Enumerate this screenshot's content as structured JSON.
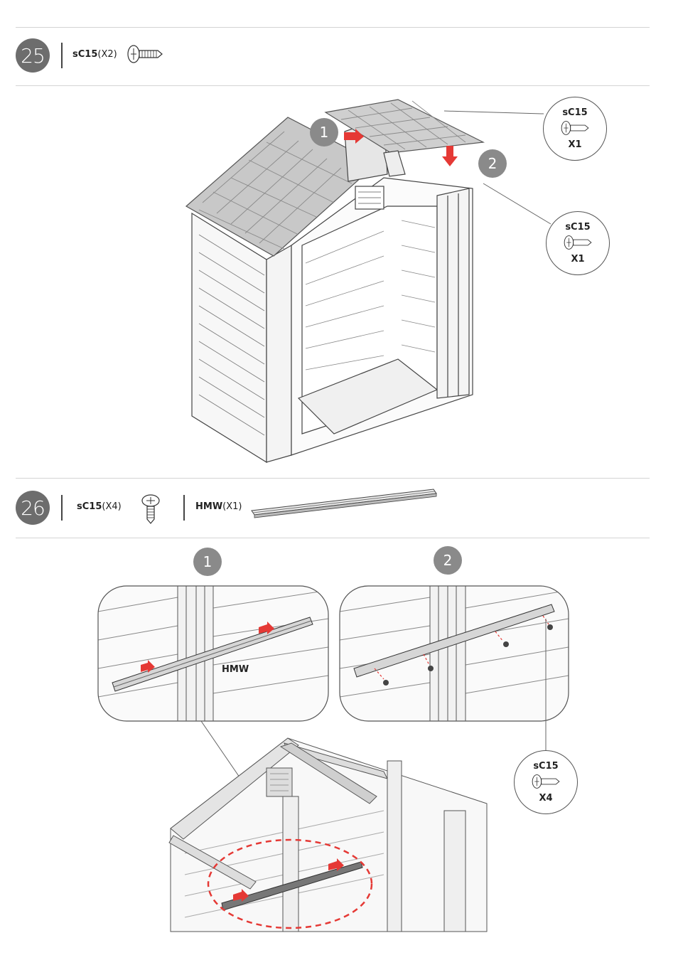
{
  "step25": {
    "number": "25",
    "part_code": "sC15",
    "part_qty": "(X2)",
    "sub_steps": [
      "1",
      "2"
    ],
    "callouts": [
      {
        "code": "sC15",
        "qty": "X1"
      },
      {
        "code": "sC15",
        "qty": "X1"
      }
    ]
  },
  "step26": {
    "number": "26",
    "part1_code": "sC15",
    "part1_qty": "(X4)",
    "part2_code": "HMW",
    "part2_qty": "(X1)",
    "sub_steps": [
      "1",
      "2"
    ],
    "hmw_label": "HMW",
    "callout": {
      "code": "sC15",
      "qty": "X4"
    }
  },
  "icons": [
    "screw-side-icon",
    "screw-front-icon",
    "hmw-rail-icon"
  ],
  "colors": {
    "step_circle": "#6d6d6d",
    "arrow_red": "#e53935",
    "line": "#555555"
  }
}
